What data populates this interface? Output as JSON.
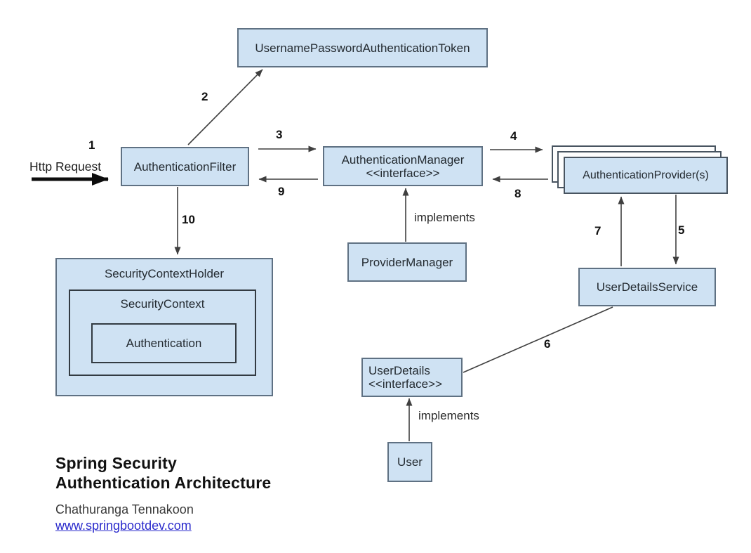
{
  "diagram_title": "Spring Security Authentication Architecture",
  "nodes": {
    "token": "UsernamePasswordAuthenticationToken",
    "filter": "AuthenticationFilter",
    "manager_line1": "AuthenticationManager",
    "manager_line2": "<<interface>>",
    "provider": "AuthenticationProvider(s)",
    "provider_manager": "ProviderManager",
    "user_details_service": "UserDetailsService",
    "user_details_line1": "UserDetails",
    "user_details_line2": "<<interface>>",
    "user": "User",
    "security_context_holder": "SecurityContextHolder",
    "security_context": "SecurityContext",
    "authentication": "Authentication"
  },
  "edges": {
    "http_request": {
      "label": "Http Request",
      "number": "1"
    },
    "create_token": {
      "number": "2"
    },
    "authenticate": {
      "number": "3"
    },
    "delegate_to_providers": {
      "number": "4"
    },
    "load_user": {
      "number": "5"
    },
    "return_user_details": {
      "number": "6"
    },
    "user_details_to_provider": {
      "number": "7"
    },
    "provider_to_manager": {
      "number": "8"
    },
    "manager_to_filter": {
      "number": "9"
    },
    "store_in_context": {
      "number": "10"
    },
    "implements_upper": {
      "label": "implements"
    },
    "implements_lower": {
      "label": "implements"
    }
  },
  "footer": {
    "title_line1": "Spring Security",
    "title_line2": "Authentication Architecture",
    "author": "Chathuranga Tennakoon",
    "website": "www.springbootdev.com"
  },
  "colors": {
    "node_fill": "#cfe2f3",
    "node_border": "#5f7183",
    "stack_ghost_fill": "#fdfdfd",
    "inner_border": "#333b42",
    "line": "#3f3f3f",
    "link": "#2a2acc",
    "background": "#ffffff"
  }
}
